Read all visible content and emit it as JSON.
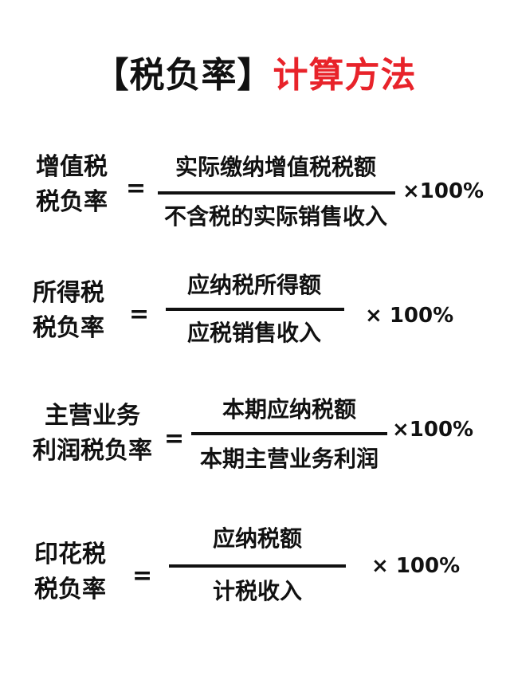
{
  "title": {
    "bracket_open": "【",
    "main": "税负率",
    "bracket_close": "】",
    "accent": "计算方法",
    "accent_color": "#e8232a"
  },
  "formulas": [
    {
      "label_line1": "增值税",
      "label_line2": "税负率",
      "equals": "=",
      "numerator": "实际缴纳增值税税额",
      "denominator": "不含税的实际销售收入",
      "multiplier": "×100%"
    },
    {
      "label_line1": "所得税",
      "label_line2": "税负率",
      "equals": "=",
      "numerator": "应纳税所得额",
      "denominator": "应税销售收入",
      "multiplier": "× 100%"
    },
    {
      "label_line1": "主营业务",
      "label_line2": "利润税负率",
      "equals": "=",
      "numerator": "本期应纳税额",
      "denominator": "本期主营业务利润",
      "multiplier": "×100%"
    },
    {
      "label_line1": "印花税",
      "label_line2": "税负率",
      "equals": "=",
      "numerator": "应纳税额",
      "denominator": "计税收入",
      "multiplier": "× 100%"
    }
  ]
}
